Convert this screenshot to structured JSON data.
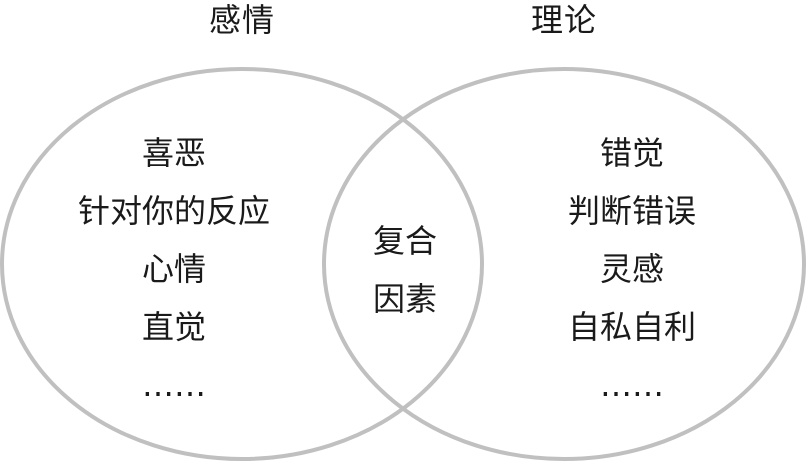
{
  "left_set": {
    "title": "感情",
    "items": [
      "喜恶",
      "针对你的反应",
      "心情",
      "直觉",
      "……"
    ]
  },
  "right_set": {
    "title": "理论",
    "items": [
      "错觉",
      "判断错误",
      "灵感",
      "自私自利",
      "……"
    ]
  },
  "overlap": {
    "items": [
      "复合",
      "因素"
    ]
  },
  "colors": {
    "circle_stroke": "#c0c0c0",
    "text": "#1a1a1a",
    "background": "#ffffff"
  }
}
